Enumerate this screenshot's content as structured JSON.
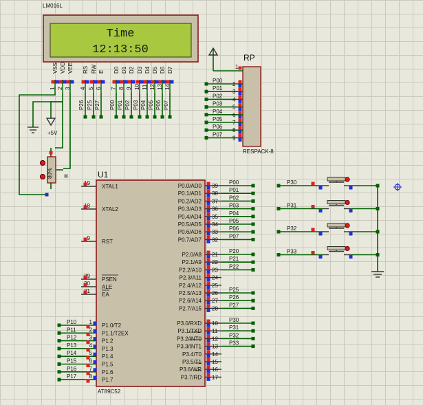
{
  "lcd": {
    "label": "LM016L",
    "line1": "Time",
    "line2": "12:13:50",
    "pins": [
      {
        "name": "VSS",
        "num": "1"
      },
      {
        "name": "VDD",
        "num": "2"
      },
      {
        "name": "VEE",
        "num": "3"
      },
      {
        "name": "RS",
        "num": "4"
      },
      {
        "name": "RW",
        "num": "5"
      },
      {
        "name": "E",
        "num": "6"
      },
      {
        "name": "D0",
        "num": "7"
      },
      {
        "name": "D1",
        "num": "8"
      },
      {
        "name": "D2",
        "num": "9"
      },
      {
        "name": "D3",
        "num": "10"
      },
      {
        "name": "D4",
        "num": "11"
      },
      {
        "name": "D5",
        "num": "12"
      },
      {
        "name": "D6",
        "num": "13"
      },
      {
        "name": "D7",
        "num": "14"
      }
    ],
    "ctrl_nets": [
      "P26",
      "P25",
      "P27"
    ],
    "data_nets": [
      "P00",
      "P01",
      "P02",
      "P03",
      "P04",
      "P05",
      "P06",
      "P07"
    ]
  },
  "power": {
    "vcc": "+5V"
  },
  "pot": {
    "label": "80%"
  },
  "rp": {
    "ref": "RP",
    "part": "RESPACK-8",
    "pin1": "1",
    "pins": [
      {
        "net": "P00",
        "num": "2"
      },
      {
        "net": "P01",
        "num": "3"
      },
      {
        "net": "P02",
        "num": "4"
      },
      {
        "net": "P03",
        "num": "5"
      },
      {
        "net": "P04",
        "num": "6"
      },
      {
        "net": "P05",
        "num": "7"
      },
      {
        "net": "P06",
        "num": "8"
      },
      {
        "net": "P07",
        "num": "9"
      }
    ]
  },
  "mcu": {
    "ref": "U1",
    "part": "AT89C52",
    "left_pins": [
      {
        "name": "XTAL1",
        "num": "19"
      },
      {
        "name": "XTAL2",
        "num": "18"
      },
      {
        "name": "RST",
        "num": "9"
      },
      {
        "name": "PSEN",
        "num": "29"
      },
      {
        "name": "ALE",
        "num": "30"
      },
      {
        "name": "EA",
        "num": "31"
      }
    ],
    "p1_pins": [
      {
        "name": "P1.0/T2",
        "num": "1",
        "net": "P10"
      },
      {
        "name": "P1.1/T2EX",
        "num": "2",
        "net": "P11"
      },
      {
        "name": "P1.2",
        "num": "3",
        "net": "P12"
      },
      {
        "name": "P1.3",
        "num": "4",
        "net": "P13"
      },
      {
        "name": "P1.4",
        "num": "5",
        "net": "P14"
      },
      {
        "name": "P1.5",
        "num": "6",
        "net": "P15"
      },
      {
        "name": "P1.6",
        "num": "7",
        "net": "P16"
      },
      {
        "name": "P1.7",
        "num": "8",
        "net": "P17"
      }
    ],
    "p0_pins": [
      {
        "name": "P0.0/AD0",
        "num": "39",
        "net": "P00"
      },
      {
        "name": "P0.1/AD1",
        "num": "38",
        "net": "P01"
      },
      {
        "name": "P0.2/AD2",
        "num": "37",
        "net": "P02"
      },
      {
        "name": "P0.3/AD3",
        "num": "36",
        "net": "P03"
      },
      {
        "name": "P0.4/AD4",
        "num": "35",
        "net": "P04"
      },
      {
        "name": "P0.5/AD5",
        "num": "34",
        "net": "P05"
      },
      {
        "name": "P0.6/AD6",
        "num": "33",
        "net": "P06"
      },
      {
        "name": "P0.7/AD7",
        "num": "32",
        "net": "P07"
      }
    ],
    "p2_pins": [
      {
        "name": "P2.0/A8",
        "num": "21",
        "net": "P20"
      },
      {
        "name": "P2.1/A9",
        "num": "22",
        "net": "P21"
      },
      {
        "name": "P2.2/A10",
        "num": "23",
        "net": "P22"
      },
      {
        "name": "P2.3/A11",
        "num": "24",
        "net": ""
      },
      {
        "name": "P2.4/A12",
        "num": "25",
        "net": ""
      },
      {
        "name": "P2.5/A13",
        "num": "26",
        "net": "P25"
      },
      {
        "name": "P2.6/A14",
        "num": "27",
        "net": "P26"
      },
      {
        "name": "P2.7/A15",
        "num": "28",
        "net": "P27"
      }
    ],
    "p3_pins": [
      {
        "name": "P3.0/RXD",
        "num": "10",
        "net": "P30"
      },
      {
        "name": "P3.1/TXD",
        "num": "11",
        "net": "P31"
      },
      {
        "name": "P3.2/INT0",
        "num": "12",
        "net": "P32"
      },
      {
        "name": "P3.3/INT1",
        "num": "13",
        "net": "P33"
      },
      {
        "name": "P3.4/T0",
        "num": "14",
        "net": ""
      },
      {
        "name": "P3.5/T1",
        "num": "15",
        "net": ""
      },
      {
        "name": "P3.6/WR",
        "num": "16",
        "net": ""
      },
      {
        "name": "P3.7/RD",
        "num": "17",
        "net": ""
      }
    ]
  },
  "buttons": [
    {
      "net": "P30"
    },
    {
      "net": "P31"
    },
    {
      "net": "P32"
    },
    {
      "net": "P33"
    }
  ],
  "colors": {
    "wire": "#006000",
    "part_body": "#c8c0a8",
    "part_border": "#8b1a1a",
    "lcd_screen": "#a8c840",
    "pin_red": "#e02020",
    "pin_blue": "#2030e0"
  }
}
